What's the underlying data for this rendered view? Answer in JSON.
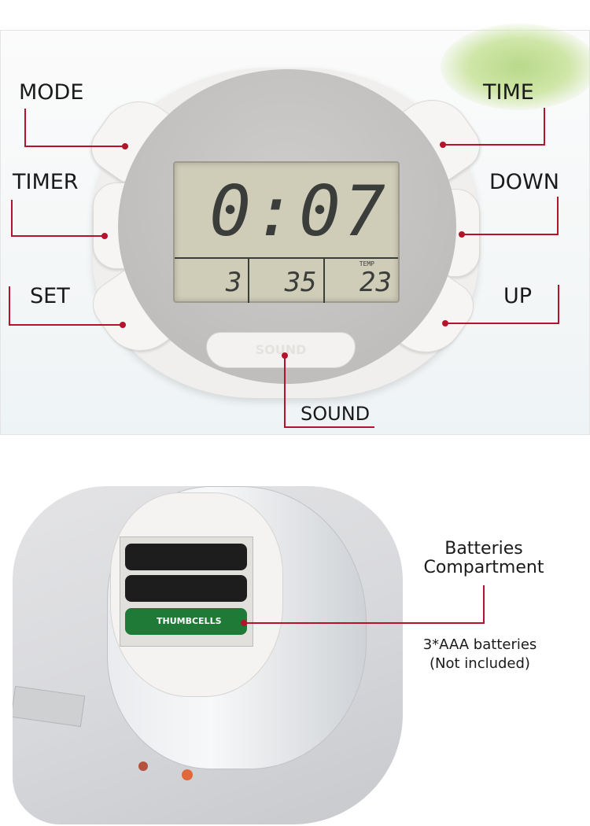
{
  "clock_diagram": {
    "lcd": {
      "time": "0:07",
      "sub_left": "3",
      "sub_mid": "35",
      "sub_right": "23",
      "temp_label": "TEMP"
    },
    "sound_button_engraving": "SOUND",
    "labels": {
      "mode": "MODE",
      "time": "TIME",
      "timer": "TIMER",
      "down": "DOWN",
      "set": "SET",
      "up": "UP",
      "sound": "SOUND"
    }
  },
  "battery_section": {
    "title_line1": "Batteries",
    "title_line2": "Compartment",
    "note_line1": "3*AAA batteries",
    "note_line2": "(Not included)",
    "battery_brand": "THUMBCELLS"
  },
  "colors": {
    "callout": "#b5122b"
  }
}
